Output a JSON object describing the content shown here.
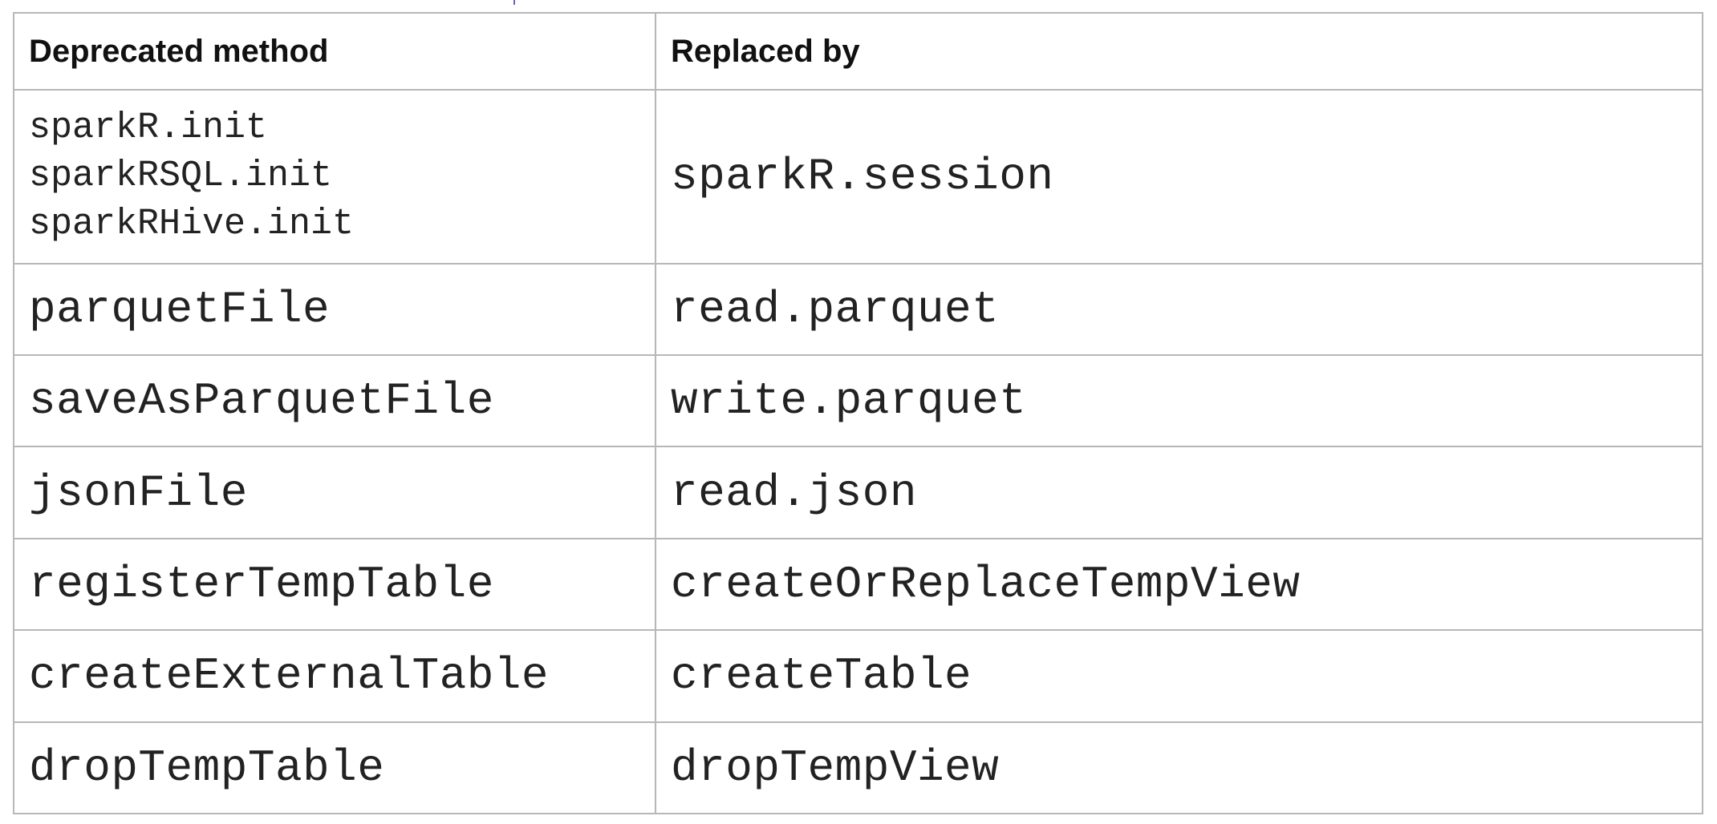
{
  "table": {
    "headers": {
      "deprecated": "Deprecated method",
      "replaced": "Replaced by"
    },
    "first_row": {
      "deprecated_lines": [
        "sparkR.init",
        "sparkRSQL.init",
        "sparkRHive.init"
      ],
      "replaced": "sparkR.session"
    },
    "rows": [
      {
        "deprecated": "parquetFile",
        "replaced": "read.parquet"
      },
      {
        "deprecated": "saveAsParquetFile",
        "replaced": "write.parquet"
      },
      {
        "deprecated": "jsonFile",
        "replaced": "read.json"
      },
      {
        "deprecated": "registerTempTable",
        "replaced": "createOrReplaceTempView"
      },
      {
        "deprecated": "createExternalTable",
        "replaced": "createTable"
      },
      {
        "deprecated": "dropTempTable",
        "replaced": "dropTempView"
      }
    ]
  },
  "colors": {
    "border": "#b7b7b7",
    "text": "#222222",
    "header_text": "#111111",
    "top_mark": "#7b5bb6"
  }
}
